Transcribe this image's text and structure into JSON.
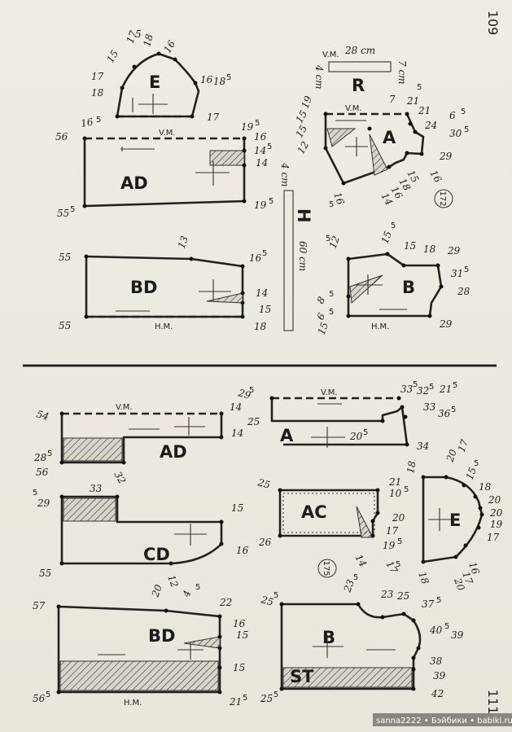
{
  "page_numbers": {
    "top": "109",
    "bottom": "111"
  },
  "figure_numbers": {
    "top": "172",
    "bottom": "175"
  },
  "watermark": "sanna2222 • Бэйбики • babiki.ru",
  "top": {
    "E": {
      "name": "E",
      "labels": [
        "17",
        "5",
        "18",
        "16",
        "15",
        "17",
        "18",
        "16",
        "18",
        "5",
        "17"
      ]
    },
    "AD": {
      "name": "AD",
      "labels": [
        "V.M.",
        "16",
        "5",
        "56",
        "19",
        "5",
        "16",
        "14",
        "5",
        "14",
        "19",
        "5",
        "55",
        "5"
      ]
    },
    "BD": {
      "name": "BD",
      "labels": [
        "H.M.",
        "55",
        "13",
        "16",
        "5",
        "14",
        "15",
        "18",
        "55"
      ]
    },
    "R": {
      "name": "R",
      "vm": "V.M.",
      "length": "28 cm",
      "w_left": "4 cm",
      "w_right": "7 cm"
    },
    "A": {
      "name": "A",
      "labels": [
        "V.M.",
        "19",
        "15",
        "15",
        "12",
        "7",
        "21",
        "5",
        "21",
        "24",
        "6",
        "5",
        "30",
        "5",
        "29",
        "16",
        "15",
        "18",
        "16",
        "14",
        "16",
        "5"
      ]
    },
    "H": {
      "name": "H",
      "width": "4 cm",
      "length": "60 cm"
    },
    "B": {
      "name": "B",
      "labels": [
        "12",
        "5",
        "15",
        "5",
        "15",
        "18",
        "29",
        "31",
        "5",
        "28",
        "8",
        "5",
        "6",
        "5",
        "15",
        "H.M.",
        "29"
      ]
    }
  },
  "bottom": {
    "AD": {
      "name": "AD",
      "labels": [
        "V.M.",
        "14",
        "14",
        "54",
        "56",
        "28",
        "5",
        "32"
      ]
    },
    "A": {
      "name": "A",
      "labels": [
        "V.M.",
        "29",
        "5",
        "25",
        "33",
        "5",
        "32",
        "5",
        "21",
        "5",
        "33",
        "36",
        "5",
        "20",
        "5",
        "34"
      ]
    },
    "AC": {
      "name": "AC",
      "labels": [
        "25",
        "21",
        "10",
        "5",
        "26",
        "20",
        "17",
        "19",
        "5",
        "17",
        "5",
        "14"
      ]
    },
    "E": {
      "name": "E",
      "labels": [
        "18",
        "20",
        "17",
        "15",
        "5",
        "18",
        "20",
        "20",
        "19",
        "17",
        "16",
        "17",
        "20",
        "18"
      ]
    },
    "CD": {
      "name": "CD",
      "labels": [
        "29",
        "5",
        "33",
        "15",
        "16",
        "55",
        "12"
      ]
    },
    "BD": {
      "name": "BD",
      "labels": [
        "57",
        "20",
        "4",
        "5",
        "22",
        "16",
        "15",
        "15",
        "56",
        "5",
        "H.M.",
        "21",
        "5"
      ]
    },
    "B": {
      "name": "B",
      "sub": "ST",
      "labels": [
        "25",
        "5",
        "23",
        "5",
        "23",
        "25",
        "37",
        "5",
        "40",
        "5",
        "39",
        "38",
        "39",
        "42",
        "25",
        "5"
      ]
    }
  }
}
